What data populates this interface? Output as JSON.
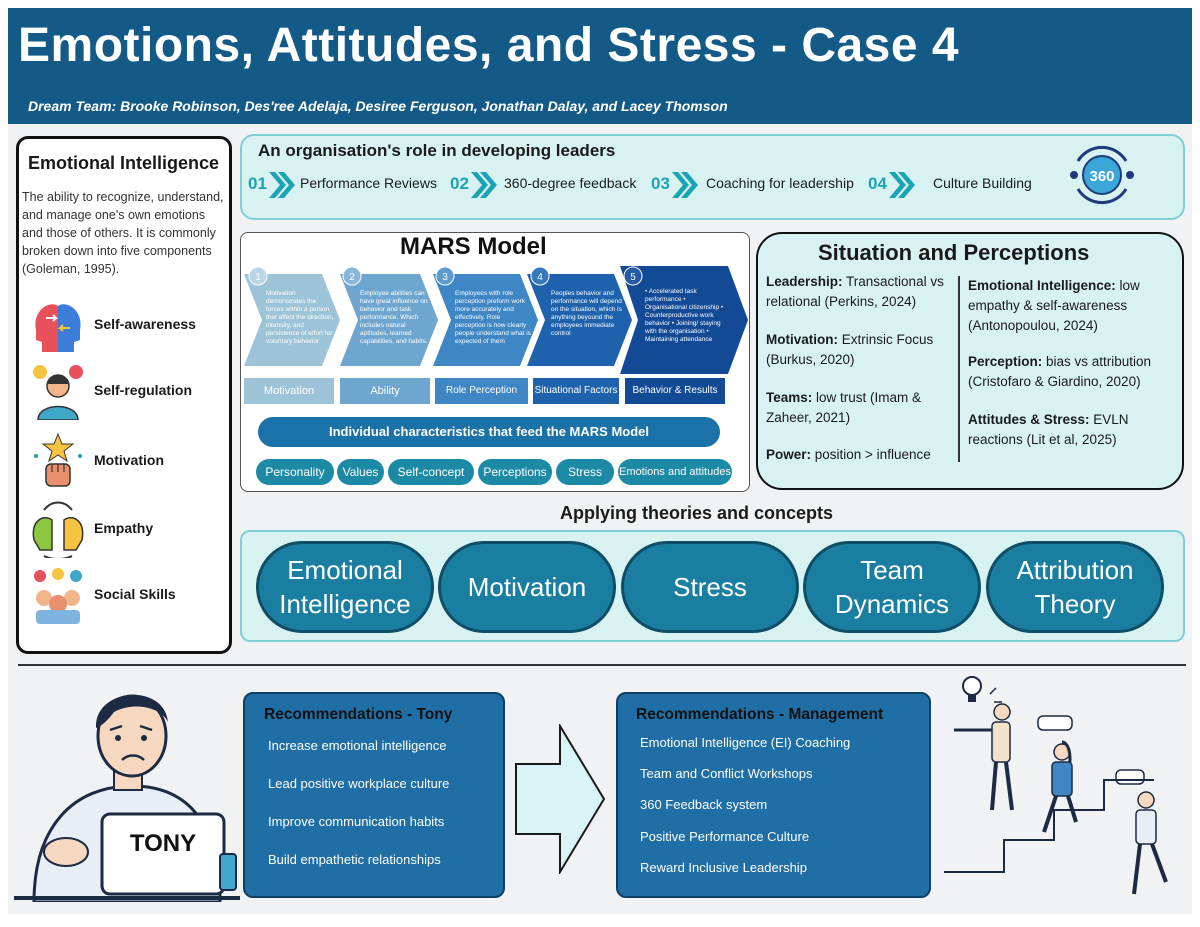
{
  "header": {
    "title": "Emotions, Attitudes, and Stress - Case 4",
    "team": "Dream Team:  Brooke Robinson, Des'ree Adelaja, Desiree Ferguson, Jonathan Dalay, and Lacey Thomson"
  },
  "ei": {
    "title": "Emotional Intelligence",
    "description": "The ability to recognize, understand, and manage one's own emotions and those of others. It is commonly broken down into five components (Goleman, 1995).",
    "components": [
      {
        "label": "Self-awareness",
        "icon": "head-silhouettes-icon"
      },
      {
        "label": "Self-regulation",
        "icon": "person-emotions-icon"
      },
      {
        "label": "Motivation",
        "icon": "fist-star-icon"
      },
      {
        "label": "Empathy",
        "icon": "two-heads-icon"
      },
      {
        "label": "Social Skills",
        "icon": "group-chat-icon"
      }
    ]
  },
  "org_role": {
    "title": "An organisation's role in developing leaders",
    "steps": [
      {
        "num": "01",
        "label": "Performance Reviews"
      },
      {
        "num": "02",
        "label": "360-degree feedback"
      },
      {
        "num": "03",
        "label": "Coaching for leadership"
      },
      {
        "num": "04",
        "label": "Culture Building"
      }
    ],
    "badge": "360"
  },
  "mars": {
    "title": "MARS Model",
    "stages": [
      {
        "num": "1",
        "tag": "Motivation",
        "text": "Motivation demonstrates the forces within a person that affect the direction, intensity, and persistence of effort for voluntary behavior."
      },
      {
        "num": "2",
        "tag": "Ability",
        "text": "Employee abilities can have great influence on behavior and task performance. Which includes natural aptitudes, learned capabilities, and habits."
      },
      {
        "num": "3",
        "tag": "Role Perception",
        "text": "Employees with role perception preform work more accurately and effectively. Role perception is how clearly people understand what is expected of them"
      },
      {
        "num": "4",
        "tag": "Situational Factors",
        "text": "Peoples behavior and performance will depend on the situation, which is anything beyound the employees immediate control"
      },
      {
        "num": "5",
        "tag": "Behavior & Results",
        "text": "• Accelerated task performance • Organisational citizenship • Counterproductive work behavior • Joining/ staying with the organisation • Maintaining attendance"
      }
    ],
    "bar": "Individual characteristics that feed the MARS Model",
    "pills": [
      "Personality",
      "Values",
      "Self-concept",
      "Perceptions",
      "Stress",
      "Emotions and attitudes"
    ]
  },
  "situation": {
    "title": "Situation and Perceptions",
    "left": [
      {
        "label": "Leadership:",
        "text": " Transactional vs relational (Perkins, 2024)"
      },
      {
        "label": "Motivation:",
        "text": " Extrinsic Focus (Burkus, 2020)"
      },
      {
        "label": "Teams:",
        "text": " low trust (Imam & Zaheer, 2021)"
      },
      {
        "label": "Power:",
        "text": " position > influence"
      }
    ],
    "right": [
      {
        "label": "Emotional Intelligence:",
        "text": " low empathy & self-awareness (Antonopoulou, 2024)"
      },
      {
        "label": "Perception:",
        "text": " bias vs attribution (Cristofaro & Giardino, 2020)"
      },
      {
        "label": "Attitudes & Stress:",
        "text": " EVLN reactions (Lit et al, 2025)"
      }
    ]
  },
  "applying": {
    "title": "Applying theories and concepts",
    "concepts": [
      "Emotional Intelligence",
      "Motivation",
      "Stress",
      "Team Dynamics",
      "Attribution Theory"
    ]
  },
  "tony": {
    "laptop_label": "TONY"
  },
  "rec_tony": {
    "title": "Recommendations - Tony",
    "items": [
      "Increase emotional intelligence",
      "Lead positive workplace culture",
      "Improve communication habits",
      "Build empathetic relationships"
    ]
  },
  "rec_mgmt": {
    "title": "Recommendations - Management",
    "items": [
      "Emotional Intelligence (EI) Coaching",
      "Team and Conflict Workshops",
      "360 Feedback system",
      "Positive Performance Culture",
      "Reward Inclusive Leadership"
    ]
  },
  "colors": {
    "header": "#145a87",
    "teal_light": "#d8f2f2",
    "teal": "#1a7ea0",
    "rec_blue": "#1f6fa6"
  }
}
